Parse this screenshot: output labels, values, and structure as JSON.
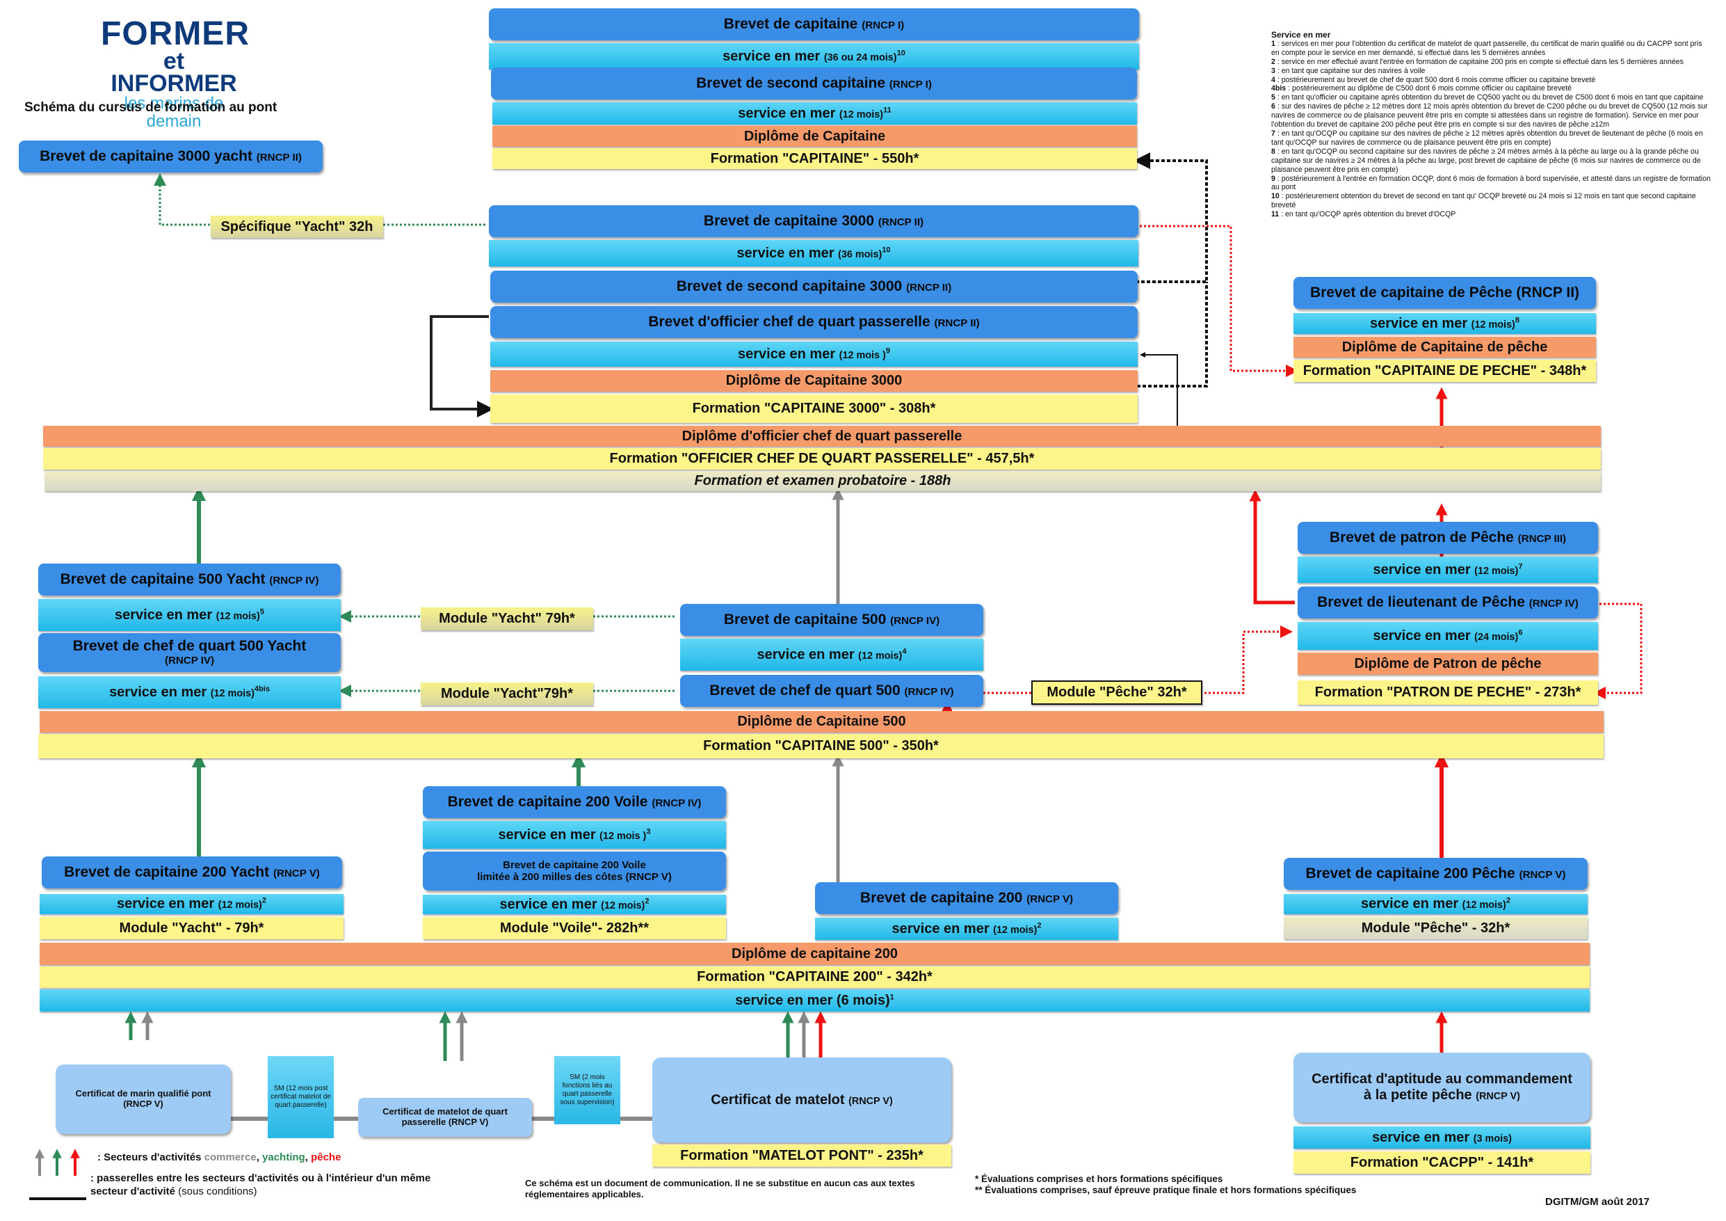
{
  "logo": {
    "line1": "FORMER",
    "line2": "et INFORMER",
    "line3": "les marins de demain"
  },
  "subtitle": "Schéma du cursus de formation au pont",
  "top": {
    "b_cap": {
      "main": "Brevet de capitaine",
      "tag": "(RNCP I)"
    },
    "sm_cap": {
      "main": "service en mer",
      "tag": "(36 ou 24 mois)",
      "sup": "10"
    },
    "b_second": {
      "main": "Brevet de second capitaine",
      "tag": "(RNCP I)"
    },
    "sm_second": {
      "main": "service en mer",
      "tag": "(12 mois)",
      "sup": "11"
    },
    "dip_cap": "Diplôme de Capitaine",
    "form_cap": "Formation \"CAPITAINE\" - 550h*"
  },
  "yacht3000": {
    "main": "Brevet de capitaine 3000 yacht",
    "tag": "(RNCP II)"
  },
  "spec_yacht": "Spécifique \"Yacht\" 32h",
  "c3000": {
    "b_cap": {
      "main": "Brevet de capitaine 3000",
      "tag": "(RNCP II)"
    },
    "sm_cap": {
      "main": "service en mer",
      "tag": "(36 mois)",
      "sup": "10"
    },
    "b_second": {
      "main": "Brevet de second capitaine 3000",
      "tag": "(RNCP II)"
    },
    "b_ocq": {
      "main": "Brevet d'officier chef de quart passerelle",
      "tag": "(RNCP II)"
    },
    "sm_ocq": {
      "main": "service en mer",
      "tag": "(12 mois )",
      "sup": "9"
    },
    "dip": "Diplôme de Capitaine 3000",
    "form": "Formation \"CAPITAINE 3000\" - 308h*"
  },
  "notes": {
    "title": "Service en mer",
    "items": [
      {
        "n": "1",
        "t": " : services en mer pour l'obtention du certificat de matelot de quart passerelle, du certificat de marin qualifié ou du CACPP sont pris en compte pour le service en mer demandé, si effectué dans les 5 dernières années"
      },
      {
        "n": "2",
        "t": " : service en mer effectué avant l'entrée en formation de capitaine 200 pris en compte si effectué dans les 5 dernières années"
      },
      {
        "n": "3",
        "t": " : en tant que capitaine sur des navires à voile"
      },
      {
        "n": "4",
        "t": " : postérieurement au brevet de chef de quart 500 dont 6 mois comme officier ou capitaine breveté"
      },
      {
        "n": "4bis",
        "t": " : postérieurement au diplôme de C500 dont 6 mois comme officier ou capitaine breveté"
      },
      {
        "n": "5",
        "t": " : en tant qu'officier ou capitaine après obtention du brevet de CQ500 yacht ou du brevet de C500 dont 6 mois en tant que capitaine"
      },
      {
        "n": "6",
        "t": " : sur des navires de pêche ≥ 12 mètres dont 12 mois après obtention du brevet de C200 pêche ou du brevet de CQ500 (12 mois sur navires de commerce ou de plaisance peuvent être pris en compte  si attestées dans un registre de formation). Service en mer pour l'obtention du brevet de capitaine 200 pêche peut être pris en compte si sur des navires de pêche ≥12m"
      },
      {
        "n": "7",
        "t": " : en tant qu'OCQP ou capitaine sur des navires de pêche ≥ 12 mètres après obtention du brevet de lieutenant de pêche (6 mois en tant qu'OCQP sur navires de commerce ou de plaisance peuvent être pris en compte)"
      },
      {
        "n": "8",
        "t": " : en tant qu'OCQP ou second capitaine sur des navires de pêche ≥ 24 mètres armés à la pêche au large ou à la grande pêche ou capitaine sur de navires ≥ 24 mètres à la pêche au large, post brevet de capitaine de pêche (6 mois sur navires de commerce ou de plaisance peuvent être pris en compte)"
      },
      {
        "n": "9",
        "t": " : postérieurement à l'entrée en formation OCQP, dont 6 mois de formation à bord supervisée, et attesté dans un registre de formation au pont"
      },
      {
        "n": "10",
        "t": " : postérieurement obtention du  brevet de second en tant qu' OCQP breveté ou 24 mois si 12 mois en tant que second capitaine breveté"
      },
      {
        "n": "11",
        "t": " : en tant qu'OCQP après obtention du brevet d'OCQP"
      }
    ]
  },
  "peche_top": {
    "b_cap": {
      "main": "Brevet de capitaine de Pêche",
      "tag": "(RNCP II)"
    },
    "sm": {
      "main": "service en mer",
      "tag": "(12 mois)",
      "sup": "8"
    },
    "dip": "Diplôme de Capitaine de pêche",
    "form": "Formation \"CAPITAINE DE PECHE\" - 348h*"
  },
  "ocqp": {
    "dip": "Diplôme d'officier chef de quart passerelle",
    "form": "Formation \"OFFICIER CHEF DE QUART PASSERELLE\" - 457,5h*",
    "prob": "Formation et examen probatoire - 188h"
  },
  "yacht500": {
    "b_cap": {
      "main": "Brevet de capitaine 500 Yacht",
      "tag": "(RNCP IV)"
    },
    "sm_cap": {
      "main": "service en mer",
      "tag": "(12 mois)",
      "sup": "5"
    },
    "b_cq_l1": "Brevet de chef de quart 500 Yacht",
    "b_cq_l2": "(RNCP IV)",
    "sm_cq": {
      "main": "service en mer",
      "tag": "(12 mois)",
      "sup": "4bis"
    }
  },
  "mod_yacht1": "Module \"Yacht\" 79h*",
  "mod_yacht2": "Module \"Yacht\"79h*",
  "c500": {
    "b_cap": {
      "main": "Brevet de capitaine 500",
      "tag": "(RNCP IV)"
    },
    "sm": {
      "main": "service en mer",
      "tag": "(12 mois)",
      "sup": "4"
    },
    "b_cq": {
      "main": "Brevet de chef de quart 500",
      "tag": "(RNCP IV)"
    }
  },
  "mod_peche": "Module \"Pêche\" 32h*",
  "peche_mid": {
    "b_patron": {
      "main": "Brevet de patron de Pêche",
      "tag": "(RNCP III)"
    },
    "sm_patron": {
      "main": "service en mer",
      "tag": "(12 mois)",
      "sup": "7"
    },
    "b_lieut": {
      "main": "Brevet de lieutenant de Pêche",
      "tag": "(RNCP IV)"
    },
    "sm_lieut": {
      "main": "service en mer",
      "tag": "(24 mois)",
      "sup": "6"
    },
    "dip": "Diplôme de Patron de pêche",
    "form": "Formation \"PATRON DE PECHE\" - 273h*"
  },
  "c500_band": {
    "dip": "Diplôme de Capitaine 500",
    "form": "Formation \"CAPITAINE 500\" - 350h*"
  },
  "voile": {
    "b": {
      "main": "Brevet de capitaine 200 Voile",
      "tag": "(RNCP IV)"
    },
    "sm": {
      "main": "service en mer",
      "tag": "(12 mois )",
      "sup": "3"
    },
    "b_lim_l1": "Brevet de capitaine 200 Voile",
    "b_lim_l2": "limitée à 200 milles des côtes (RNCP V)",
    "sm_lim": {
      "main": "service en mer",
      "tag": "(12 mois)",
      "sup": "2"
    },
    "mod": "Module \"Voile\"- 282h**"
  },
  "yacht200": {
    "b": {
      "main": "Brevet de capitaine 200 Yacht",
      "tag": "(RNCP V)"
    },
    "sm": {
      "main": "service en mer",
      "tag": "(12 mois)",
      "sup": "2"
    },
    "mod": "Module \"Yacht\" - 79h*"
  },
  "c200": {
    "b": {
      "main": "Brevet de capitaine 200",
      "tag": "(RNCP V)"
    },
    "sm": {
      "main": "service en mer",
      "tag": "(12 mois)",
      "sup": "2"
    }
  },
  "peche200": {
    "b": {
      "main": "Brevet de capitaine 200 Pêche",
      "tag": "(RNCP V)"
    },
    "sm": {
      "main": "service en mer",
      "tag": "(12 mois)",
      "sup": "2"
    },
    "mod": "Module \"Pêche\" - 32h*"
  },
  "c200_band": {
    "dip": "Diplôme de capitaine 200",
    "form": "Formation \"CAPITAINE 200\" - 342h*",
    "sm": {
      "main": "service en mer (6 mois)",
      "sup": "1"
    }
  },
  "bottom": {
    "marin_l1": "Certificat de marin qualifié pont",
    "marin_l2": "(RNCP V)",
    "sm1": "SM (12 mois  post certificat matelot de quart passerelle)",
    "matelot_quart_l1": "Certificat de matelot de quart",
    "matelot_quart_l2": "passerelle (RNCP V)",
    "sm2": "SM (2 mois fonctions liés au quart passerelle sous supervision)",
    "matelot": {
      "main": "Certificat de matelot",
      "tag": "(RNCP V)"
    },
    "matelot_form": "Formation \"MATELOT PONT\" - 235h*",
    "cacpp_l1": "Certificat d'aptitude au commandement",
    "cacpp_l2": {
      "main": "à la petite pêche",
      "tag": "(RNCP V)"
    },
    "cacpp_sm": {
      "main": "service en mer",
      "tag": "(3 mois)"
    },
    "cacpp_form": "Formation \"CACPP\" - 141h*"
  },
  "legend": {
    "sectors_prefix": ": Secteurs d'activités",
    "commerce": "commerce",
    "yachting": "yachting",
    "peche": "pêche",
    "bridges": ": passerelles entre les secteurs d'activités ou à l'intérieur d'un même",
    "bridges2": "secteur d'activité",
    "bridges3": "(sous conditions)"
  },
  "disclaimer": "Ce schéma est un document de communication.  Il ne se substitue en aucun cas aux textes réglementaires applicables.",
  "footnotes": {
    "f1": "*  Évaluations comprises et hors formations spécifiques",
    "f2": "**  Évaluations comprises, sauf épreuve pratique finale et hors formations spécifiques"
  },
  "signature": "DGITM/GM août 2017",
  "colors": {
    "commerce": "#888888",
    "yachting": "#2e8b57",
    "peche": "#ee1111",
    "blue": "#3a8ee6"
  }
}
